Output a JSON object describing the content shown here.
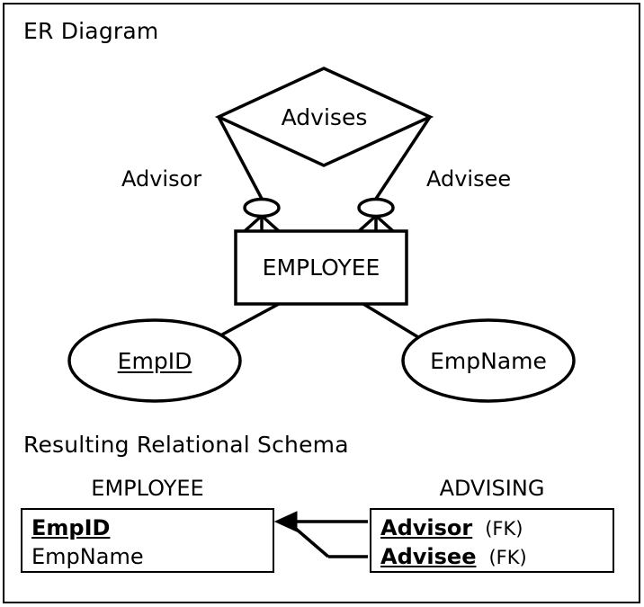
{
  "diagram": {
    "section_title": "ER Diagram",
    "relationship": {
      "name": "Advises",
      "shape": "diamond"
    },
    "entity": {
      "name": "EMPLOYEE",
      "shape": "rectangle"
    },
    "roles": [
      {
        "label": "Advisor",
        "side": "left",
        "cardinality": "zero-or-many"
      },
      {
        "label": "Advisee",
        "side": "right",
        "cardinality": "zero-or-many"
      }
    ],
    "attributes": [
      {
        "label": "EmpID",
        "shape": "ellipse",
        "is_key": true
      },
      {
        "label": "EmpName",
        "shape": "ellipse",
        "is_key": false
      }
    ]
  },
  "schema": {
    "section_title": "Resulting Relational Schema",
    "tables": [
      {
        "caption": "EMPLOYEE",
        "fields": [
          {
            "name": "EmpID",
            "key": "PK",
            "tag": ""
          },
          {
            "name": "EmpName",
            "key": "",
            "tag": ""
          }
        ]
      },
      {
        "caption": "ADVISING",
        "fields": [
          {
            "name": "Advisor",
            "key": "PK",
            "tag": "(FK)"
          },
          {
            "name": "Advisee",
            "key": "PK",
            "tag": "(FK)"
          }
        ]
      }
    ],
    "relationship_arrows": 2,
    "arrow_direction": "advising-to-employee"
  },
  "style": {
    "stroke": "#000000",
    "fill": "#ffffff"
  }
}
